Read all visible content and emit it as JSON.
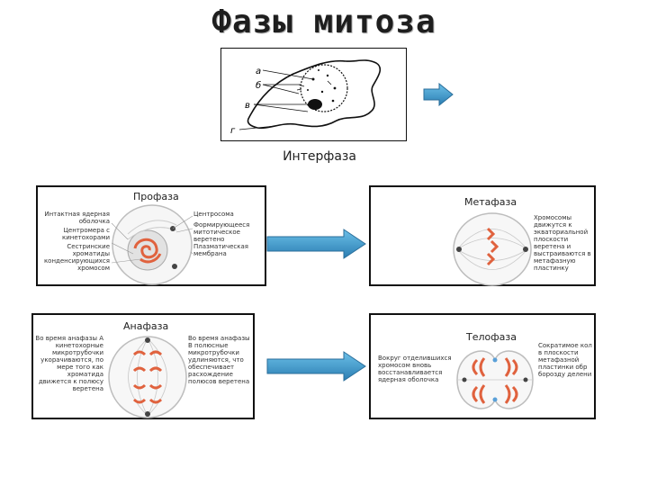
{
  "title": "Фазы митоза",
  "interphase": {
    "caption": "Интерфаза",
    "markers": [
      "а",
      "б",
      "в",
      "г"
    ]
  },
  "prophase": {
    "title": "Профаза",
    "left": [
      "Интактная ядерная оболочка",
      "Центромера с кинетохорами",
      "Сестринские хроматиды конденсирующихся хромосом"
    ],
    "right": [
      "Центросома",
      "Формирующееся митотическое веретено",
      "Плазматическая мембрана"
    ]
  },
  "metaphase": {
    "title": "Метафаза",
    "right": "Хромосомы движутся к экваториальной плоскости веретена и выстраиваются в метафазную пластинку"
  },
  "anaphase": {
    "title": "Анафаза",
    "left": "Во время анафазы А кинетохорные микротрубочки укорачиваются, по мере того как хроматида движется к полюсу веретена",
    "right": "Во время анафазы В полюсные микротрубочки удлиняются, что обеспечивает расхождение полюсов веретена"
  },
  "telophase": {
    "title": "Телофаза",
    "left": "Вокруг отделившихся хромосом вновь восстанавливается ядерная оболочка",
    "right": "Сократимое кол в плоскости метафазной пластинки обр борозду делени"
  },
  "colors": {
    "arrow_fill": "#3a98c9",
    "arrow_edge": "#2a6e9a",
    "chromosome": "#e0623e",
    "spindle": "#bcbcbc"
  }
}
